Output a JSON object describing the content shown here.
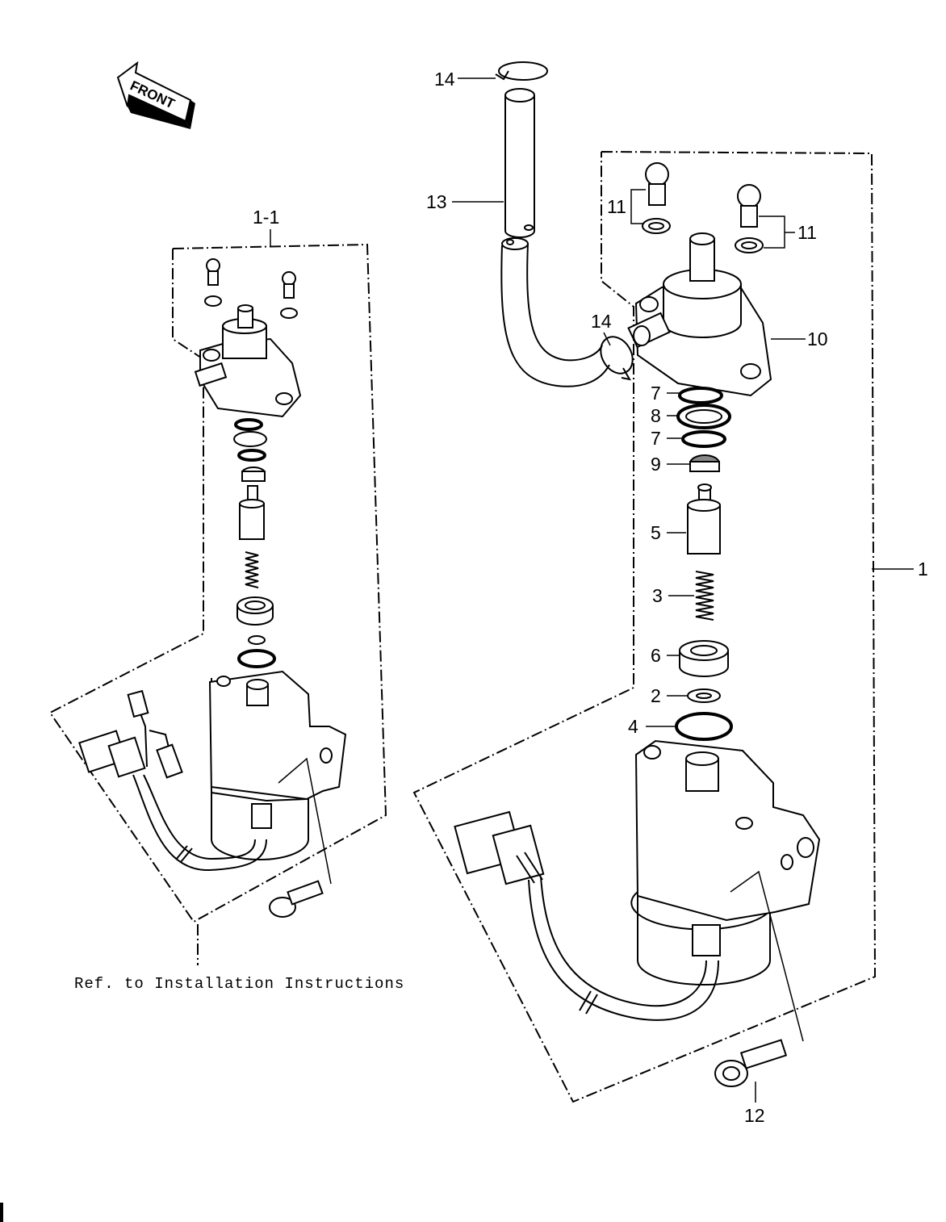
{
  "front_arrow": {
    "text": "FRONT"
  },
  "labels": {
    "assembly_1_1": "1-1",
    "assembly_1": "1",
    "p2": "2",
    "p3": "3",
    "p4": "4",
    "p5": "5",
    "p6": "6",
    "p7_upper": "7",
    "p7_lower": "7",
    "p8": "8",
    "p9": "9",
    "p10": "10",
    "p11_left": "11",
    "p11_right": "11",
    "p12": "12",
    "p13": "13",
    "p14_top": "14",
    "p14_mid": "14"
  },
  "note": "Ref. to Installation Instructions"
}
